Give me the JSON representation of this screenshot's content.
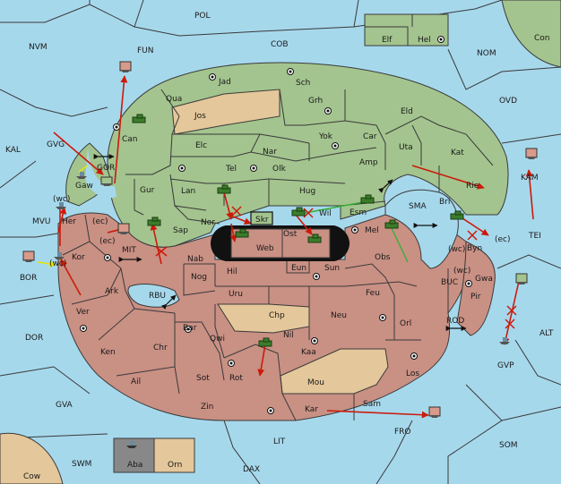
{
  "map": {
    "sea_labels": [
      {
        "id": "POL",
        "text": "POL"
      },
      {
        "id": "NVM",
        "text": "NVM"
      },
      {
        "id": "FUN",
        "text": "FUN"
      },
      {
        "id": "COB",
        "text": "COB"
      },
      {
        "id": "NOM",
        "text": "NOM"
      },
      {
        "id": "Con",
        "text": "Con"
      },
      {
        "id": "OVD",
        "text": "OVD"
      },
      {
        "id": "KAL",
        "text": "KAL"
      },
      {
        "id": "GVG",
        "text": "GVG"
      },
      {
        "id": "KAM",
        "text": "KAM"
      },
      {
        "id": "SMA",
        "text": "SMA"
      },
      {
        "id": "TEI",
        "text": "TEI"
      },
      {
        "id": "MVU",
        "text": "MVU"
      },
      {
        "id": "MIT",
        "text": "MIT"
      },
      {
        "id": "BOR",
        "text": "BOR"
      },
      {
        "id": "RBU",
        "text": "RBU"
      },
      {
        "id": "BUC",
        "text": "BUC"
      },
      {
        "id": "DOR",
        "text": "DOR"
      },
      {
        "id": "ROD",
        "text": "ROD"
      },
      {
        "id": "ALT",
        "text": "ALT"
      },
      {
        "id": "GVP",
        "text": "GVP"
      },
      {
        "id": "GVA",
        "text": "GVA"
      },
      {
        "id": "FRO",
        "text": "FRO"
      },
      {
        "id": "SOM",
        "text": "SOM"
      },
      {
        "id": "LIT",
        "text": "LIT"
      },
      {
        "id": "SWM",
        "text": "SWM"
      },
      {
        "id": "DAX",
        "text": "DAX"
      },
      {
        "id": "Cow",
        "text": "Cow"
      }
    ],
    "green_labels": [
      {
        "id": "Elf",
        "text": "Elf"
      },
      {
        "id": "Hel",
        "text": "Hel"
      },
      {
        "id": "Jad",
        "text": "Jad"
      },
      {
        "id": "Sch",
        "text": "Sch"
      },
      {
        "id": "Qua",
        "text": "Qua"
      },
      {
        "id": "Jos",
        "text": "Jos"
      },
      {
        "id": "Grh",
        "text": "Grh"
      },
      {
        "id": "Eld",
        "text": "Eld"
      },
      {
        "id": "Can",
        "text": "Can"
      },
      {
        "id": "Yok",
        "text": "Yok"
      },
      {
        "id": "Car",
        "text": "Car"
      },
      {
        "id": "Elc",
        "text": "Elc"
      },
      {
        "id": "Nar",
        "text": "Nar"
      },
      {
        "id": "Uta",
        "text": "Uta"
      },
      {
        "id": "Kat",
        "text": "Kat"
      },
      {
        "id": "Amp",
        "text": "Amp"
      },
      {
        "id": "Tel",
        "text": "Tel"
      },
      {
        "id": "Olk",
        "text": "Olk"
      },
      {
        "id": "Gaw",
        "text": "Gaw"
      },
      {
        "id": "GOR",
        "text": "GOR"
      },
      {
        "id": "Gur",
        "text": "Gur"
      },
      {
        "id": "Lan",
        "text": "Lan"
      },
      {
        "id": "Hug",
        "text": "Hug"
      },
      {
        "id": "Bri",
        "text": "Bri"
      },
      {
        "id": "Rie",
        "text": "Rie"
      },
      {
        "id": "Esm",
        "text": "Esm"
      },
      {
        "id": "Wil",
        "text": "Wil"
      },
      {
        "id": "Skr",
        "text": "Skr"
      },
      {
        "id": "Nor",
        "text": "Nor"
      },
      {
        "id": "Sap",
        "text": "Sap"
      }
    ],
    "red_labels": [
      {
        "id": "Her",
        "text": "Her"
      },
      {
        "id": "wc1",
        "text": "(wc)"
      },
      {
        "id": "ec1",
        "text": "(ec)"
      },
      {
        "id": "Ost",
        "text": "Ost"
      },
      {
        "id": "Mel",
        "text": "Mel"
      },
      {
        "id": "ec2",
        "text": "(ec)"
      },
      {
        "id": "Byn",
        "text": "Byn"
      },
      {
        "id": "wc2",
        "text": "(wc)"
      },
      {
        "id": "ec3",
        "text": "(ec)"
      },
      {
        "id": "Web",
        "text": "Web"
      },
      {
        "id": "Kor",
        "text": "Kor"
      },
      {
        "id": "wc3",
        "text": "(wc)"
      },
      {
        "id": "Nab",
        "text": "Nab"
      },
      {
        "id": "Eun",
        "text": "Eun"
      },
      {
        "id": "Obs",
        "text": "Obs"
      },
      {
        "id": "wc4",
        "text": "(wc)"
      },
      {
        "id": "Gwa",
        "text": "Gwa"
      },
      {
        "id": "Hil",
        "text": "Hil"
      },
      {
        "id": "Sun",
        "text": "Sun"
      },
      {
        "id": "Nog",
        "text": "Nog"
      },
      {
        "id": "Ark",
        "text": "Ark"
      },
      {
        "id": "Uru",
        "text": "Uru"
      },
      {
        "id": "Feu",
        "text": "Feu"
      },
      {
        "id": "Pir",
        "text": "Pir"
      },
      {
        "id": "Ver",
        "text": "Ver"
      },
      {
        "id": "Chp",
        "text": "Chp"
      },
      {
        "id": "Neu",
        "text": "Neu"
      },
      {
        "id": "Orl",
        "text": "Orl"
      },
      {
        "id": "Bar",
        "text": "Bar"
      },
      {
        "id": "Qwi",
        "text": "Qwi"
      },
      {
        "id": "Nil",
        "text": "Nil"
      },
      {
        "id": "Ken",
        "text": "Ken"
      },
      {
        "id": "Chr",
        "text": "Chr"
      },
      {
        "id": "Kaa",
        "text": "Kaa"
      },
      {
        "id": "Los",
        "text": "Los"
      },
      {
        "id": "Ail",
        "text": "Ail"
      },
      {
        "id": "Sot",
        "text": "Sot"
      },
      {
        "id": "Rot",
        "text": "Rot"
      },
      {
        "id": "Mou",
        "text": "Mou"
      },
      {
        "id": "Zin",
        "text": "Zin"
      },
      {
        "id": "Kar",
        "text": "Kar"
      },
      {
        "id": "Sam",
        "text": "Sam"
      },
      {
        "id": "Aba",
        "text": "Aba"
      },
      {
        "id": "Orn",
        "text": "Orn"
      }
    ],
    "colors": {
      "sea": "#a6d8ec",
      "power_green": "#a3c48e",
      "power_red": "#c99084",
      "neutral": "#e4c79a",
      "order_move": "#cc1a0a",
      "order_support": "#33b233",
      "order_convoy": "#e6e600"
    }
  }
}
